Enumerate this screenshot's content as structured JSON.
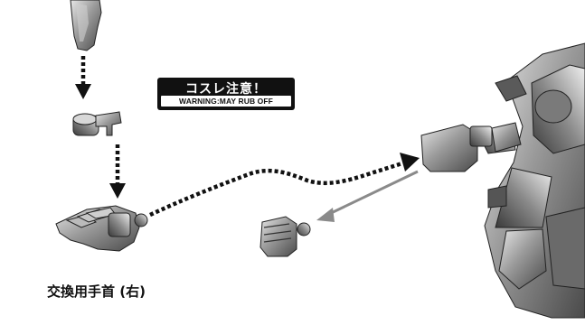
{
  "warning": {
    "jp": "コスレ注意！",
    "en": "WARNING:MAY RUB OFF"
  },
  "caption": "交換用手首 (右)",
  "icons": {
    "figure": "robot-figure-icon",
    "part": "wrist-part-icon",
    "arrow": "dotted-arrow-icon"
  }
}
